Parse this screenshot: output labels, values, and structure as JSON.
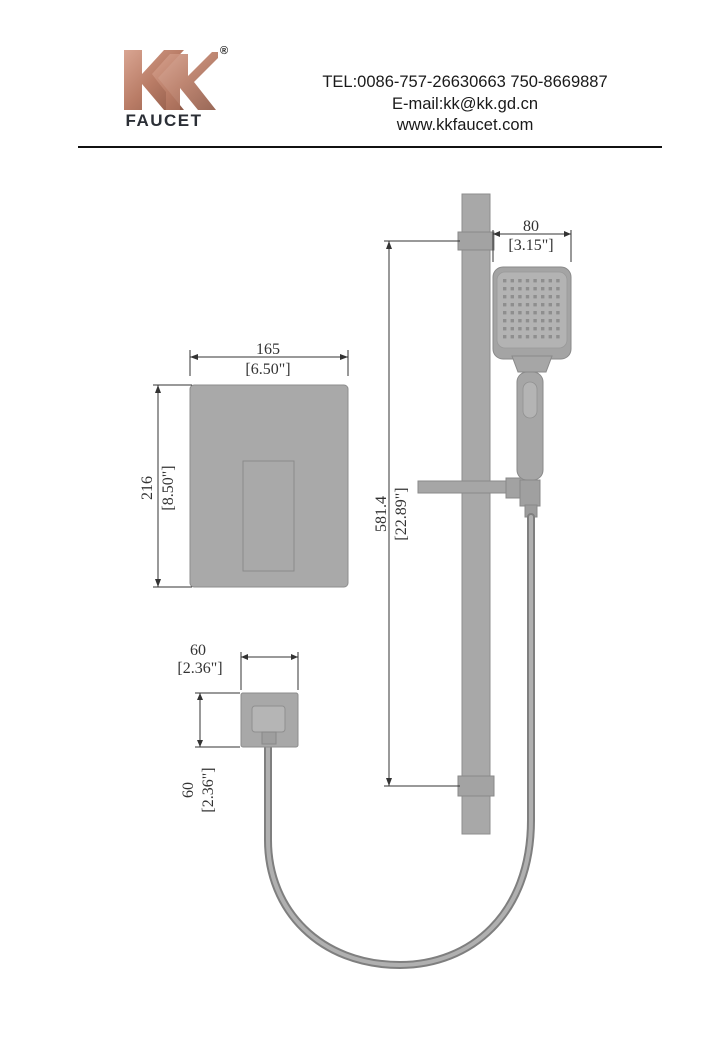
{
  "header": {
    "brand": "FAUCET",
    "registered_mark": "®",
    "logo_icon": "kk-logo-icon",
    "tel": "TEL:0086-757-26630663 750-8669887",
    "email": "E-mail:kk@kk.gd.cn",
    "website": "www.kkfaucet.com"
  },
  "dimensions": {
    "panel_width_mm": "165",
    "panel_width_in": "[6.50\"]",
    "panel_height_mm": "216",
    "panel_height_in": "[8.50\"]",
    "head_width_mm": "80",
    "head_width_in": "[3.15\"]",
    "rail_length_mm": "581.4",
    "rail_length_in": "[22.89\"]",
    "outlet_width_mm": "60",
    "outlet_width_in": "[2.36\"]",
    "outlet_height_mm": "60",
    "outlet_height_in": "[2.36\"]"
  },
  "colors": {
    "logo_copper": "#c08a76",
    "part_grey": "#a8a8a8",
    "part_outline": "#8e8e8e",
    "dim_line": "#333333",
    "hose": "#8a8a8a"
  }
}
